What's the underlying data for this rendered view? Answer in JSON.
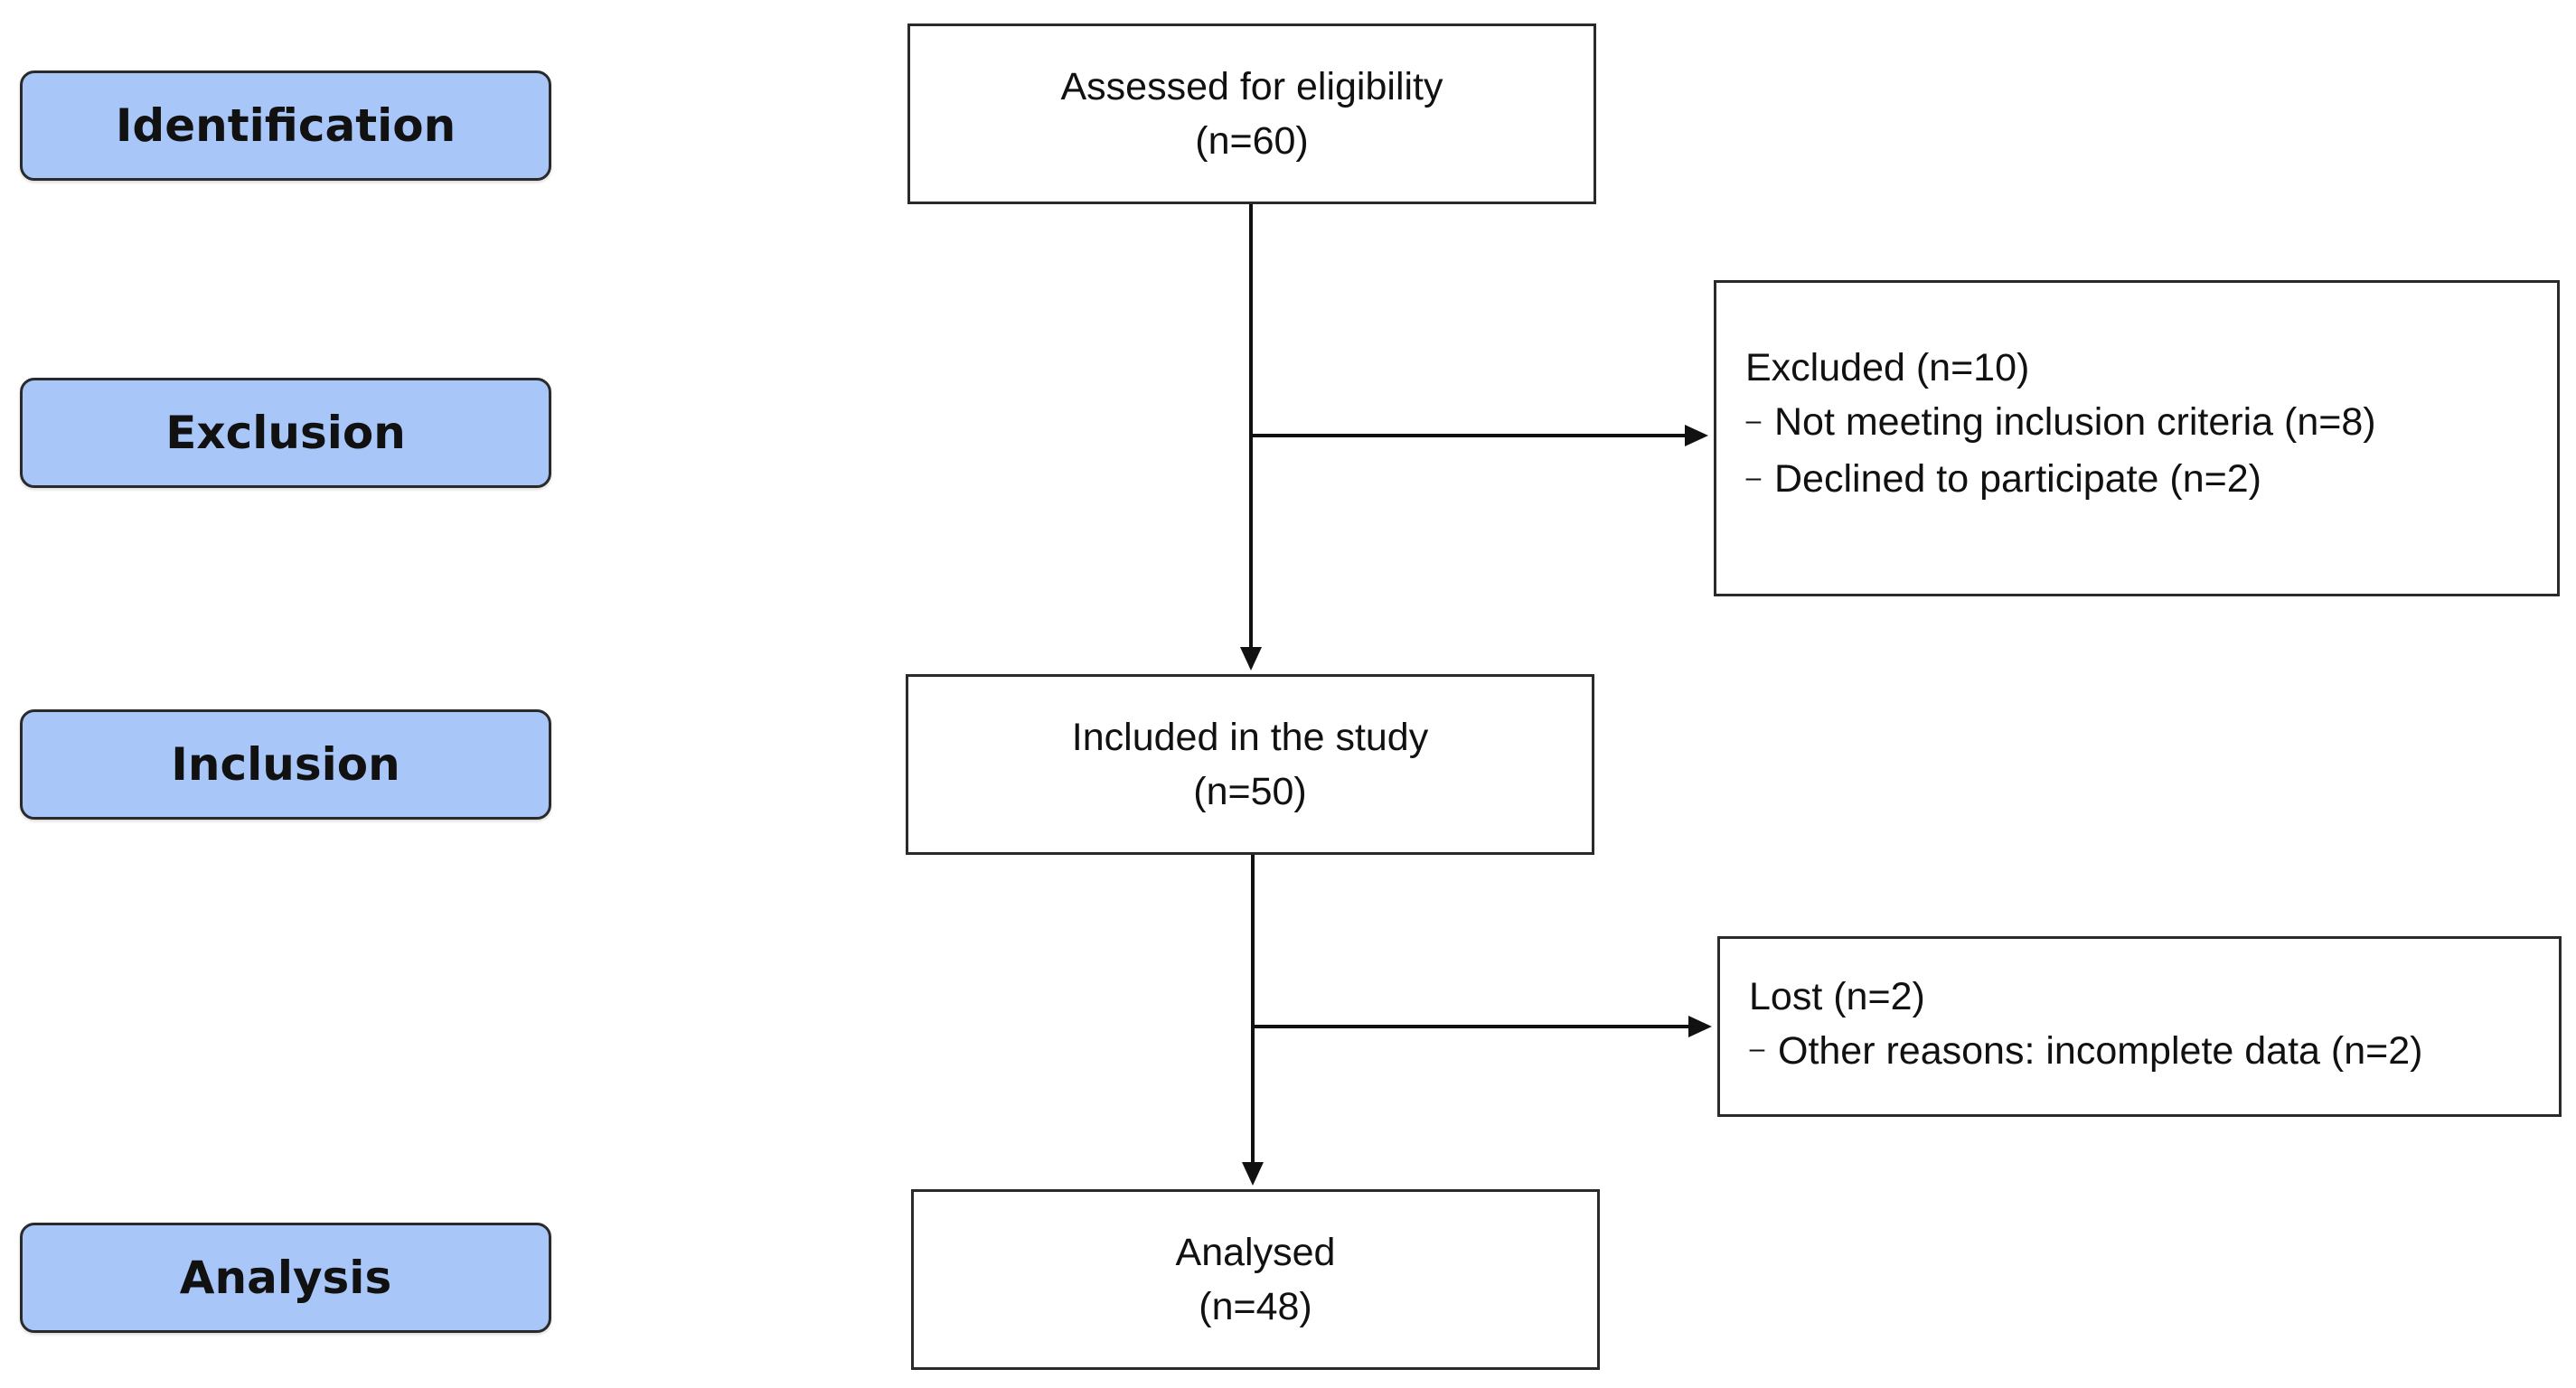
{
  "stages": {
    "identification": "Identification",
    "exclusion": "Exclusion",
    "inclusion": "Inclusion",
    "analysis": "Analysis"
  },
  "boxes": {
    "assessed": {
      "title": "Assessed for eligibility",
      "count": "(n=60)"
    },
    "excluded": {
      "title": "Excluded (n=10)",
      "items": [
        "Not meeting inclusion criteria (n=8)",
        "Declined to participate (n=2)"
      ]
    },
    "included": {
      "title": "Included in the study",
      "count": "(n=50)"
    },
    "lost": {
      "title": "Lost (n=2)",
      "items": [
        "Other reasons: incomplete data (n=2)"
      ]
    },
    "analysed": {
      "title": "Analysed",
      "count": "(n=48)"
    }
  },
  "bullet_glyph": "–",
  "colors": {
    "stage_fill": "#a8c6f8",
    "stage_border": "#2a2a2a",
    "box_border": "#2a2a2a",
    "arrow": "#111111"
  }
}
